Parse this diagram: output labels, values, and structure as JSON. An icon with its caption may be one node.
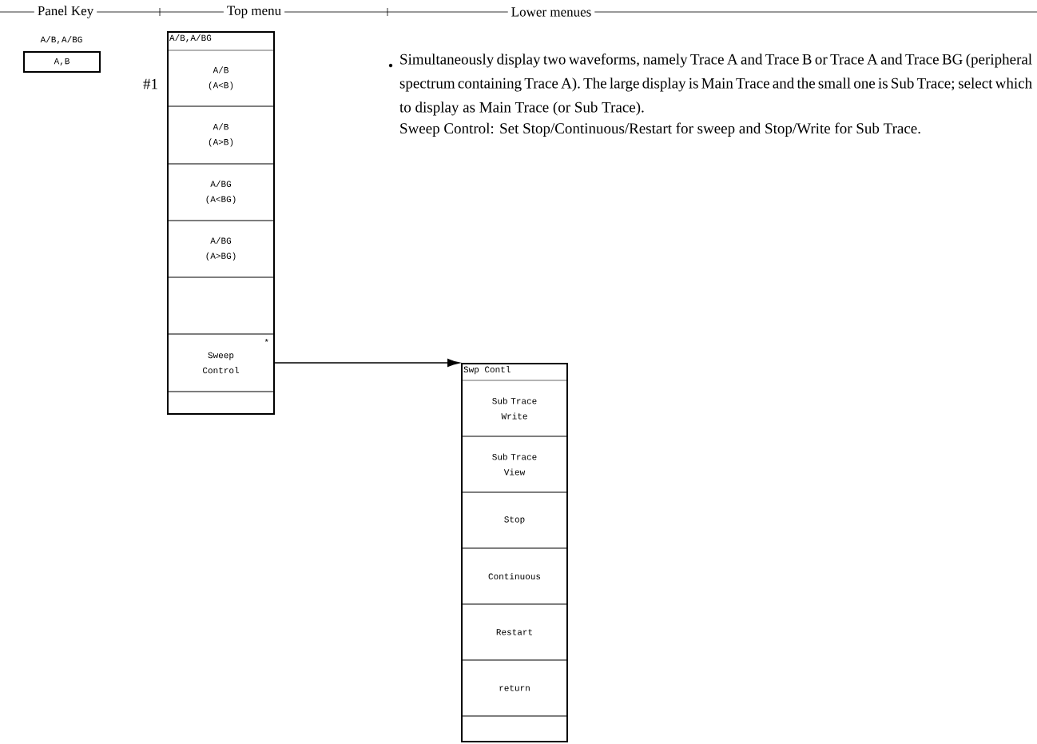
{
  "diagram": {
    "nodes": [
      {
        "text": [
          "A/B,A/BG",
          "A,B"
        ]
      },
      {
        "text": [
          "A/B,A/BG"
        ],
        "beside": [
          "#1"
        ]
      },
      {
        "text": [
          "A/B (A<B)"
        ],
        "in": 1
      },
      {
        "text": [
          "A/B (A>B)"
        ],
        "in": 1
      },
      {
        "text": [
          "A/BG (A<BG)"
        ],
        "in": 1
      },
      {
        "text": [
          "A/BG (A>BG)"
        ],
        "in": 1
      },
      {
        "text": [],
        "shape": "box",
        "in": 1
      },
      {
        "text": [
          "*",
          "Sweep Control"
        ],
        "in": 1
      },
      {
        "text": [],
        "shape": "box",
        "in": 1
      },
      {
        "text": [
          "Swp Contl"
        ]
      },
      {
        "text": [
          "Sub Trace Write"
        ],
        "in": 9
      },
      {
        "text": [
          "Sub Trace View"
        ],
        "in": 9
      },
      {
        "text": [
          "Stop"
        ],
        "in": 9
      },
      {
        "text": [
          "Continuous"
        ],
        "in": 9
      },
      {
        "text": [
          "Restart"
        ],
        "in": 9
      },
      {
        "text": [
          "return"
        ],
        "in": 9
      },
      {
        "text": [],
        "shape": "box",
        "in": 9
      }
    ],
    "edges": [
      {
        "from": 7,
        "to": 9,
        "arrow": "to"
      }
    ],
    "labels": [
      "Panel Key",
      "Top menu",
      "Lower menues",
      "Simultaneously display two waveforms, namely Trace A and Trace B or Trace A and Trace BG (peripheral spectrum containing Trace A).  The large display is Main Trace and the small one is Sub Trace; select which to display as Main Trace (or Sub Trace).",
      "Sweep Control: Set Stop/Continuous/Restart for sweep and Stop/Write for Sub Trace."
    ]
  }
}
